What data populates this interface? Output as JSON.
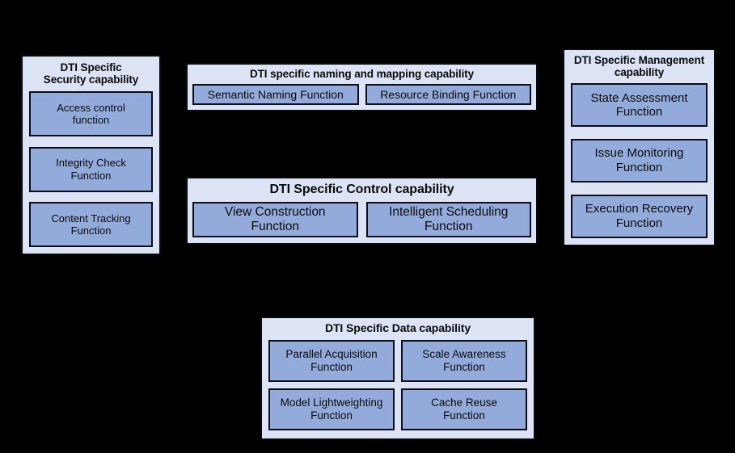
{
  "diagram": {
    "background_color": "#000000",
    "panel_fill": "#dce3f5",
    "box_fill": "#92abda",
    "border_color": "#0b0b0b",
    "panels": [
      {
        "id": "security",
        "title": "DTI Specific\nSecurity capability",
        "functions": [
          {
            "label": "Access control\nfunction"
          },
          {
            "label": "Integrity Check\nFunction"
          },
          {
            "label": "Content Tracking\nFunction"
          }
        ]
      },
      {
        "id": "naming",
        "title": "DTI specific naming and mapping capability",
        "functions": [
          {
            "label": "Semantic Naming Function"
          },
          {
            "label": "Resource Binding Function"
          }
        ]
      },
      {
        "id": "control",
        "title": "DTI Specific Control capability",
        "functions": [
          {
            "label": "View Construction\nFunction"
          },
          {
            "label": "Intelligent Scheduling\nFunction"
          }
        ]
      },
      {
        "id": "management",
        "title": "DTI Specific Management\ncapability",
        "functions": [
          {
            "label": "State Assessment\nFunction"
          },
          {
            "label": "Issue Monitoring\nFunction"
          },
          {
            "label": "Execution Recovery\nFunction"
          }
        ]
      },
      {
        "id": "data",
        "title": "DTI Specific Data capability",
        "functions": [
          {
            "label": "Parallel Acquisition\nFunction"
          },
          {
            "label": "Scale Awareness\nFunction"
          },
          {
            "label": "Model Lightweighting\nFunction"
          },
          {
            "label": "Cache Reuse\nFunction"
          }
        ]
      }
    ]
  }
}
